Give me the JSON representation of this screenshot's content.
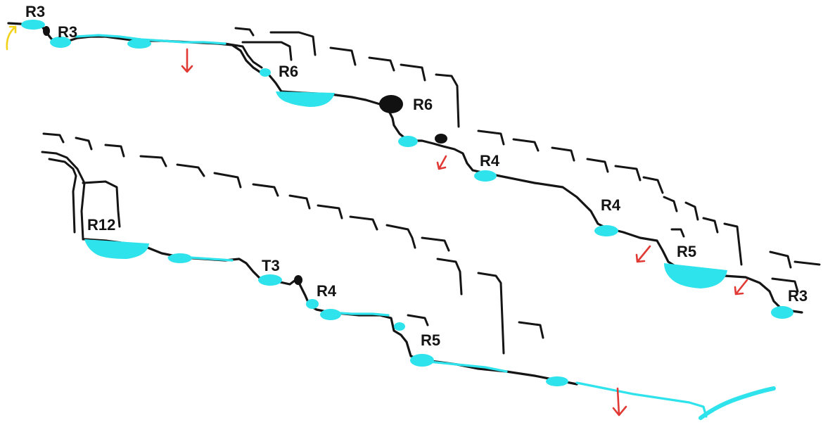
{
  "labels": {
    "upper_r3_a": "R3",
    "upper_r3_b": "R3",
    "upper_r6_a": "R6",
    "upper_r6_b": "R6",
    "upper_r4_a": "R4",
    "upper_r4_b": "R4",
    "upper_r5": "R5",
    "upper_r3_c": "R3",
    "lower_r12": "R12",
    "lower_t3": "T3",
    "lower_r4": "R4",
    "lower_r5": "R5"
  },
  "colors": {
    "water": "#2fe3ec",
    "bed": "#151515",
    "flow_arrow": "#e13a35",
    "inflow_arrow": "#f2d21b"
  },
  "icons": {
    "flow_direction": "down-arrow-icon",
    "inflow": "curved-up-arrow-icon"
  }
}
